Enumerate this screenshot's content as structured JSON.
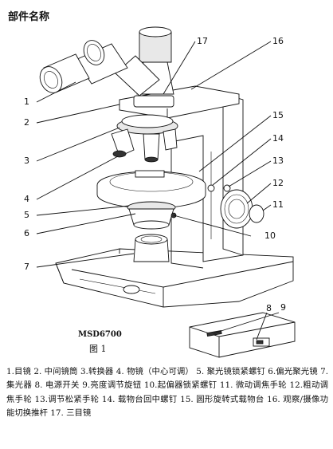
{
  "page": {
    "title": "部件名称"
  },
  "figure": {
    "model": "MSD6700",
    "caption": "图 1",
    "callouts": [
      "1",
      "2",
      "3",
      "4",
      "5",
      "6",
      "7",
      "8",
      "9",
      "10",
      "11",
      "12",
      "13",
      "14",
      "15",
      "16",
      "17"
    ]
  },
  "parts_list": "1.目镜 2. 中间镜筒 3.转换器 4. 物镜（中心可调） 5. 聚光镜锁紧螺钉 6.偏光聚光镜 7. 集光器 8. 电源开关 9.亮度调节旋钮 10.起偏器锁紧螺钉 11. 微动调焦手轮 12.粗动调焦手轮 13.调节松紧手轮 14. 载物台回中螺钉 15. 圆形旋转式载物台 16. 观察/摄像功能切换推杆 17. 三目镜"
}
